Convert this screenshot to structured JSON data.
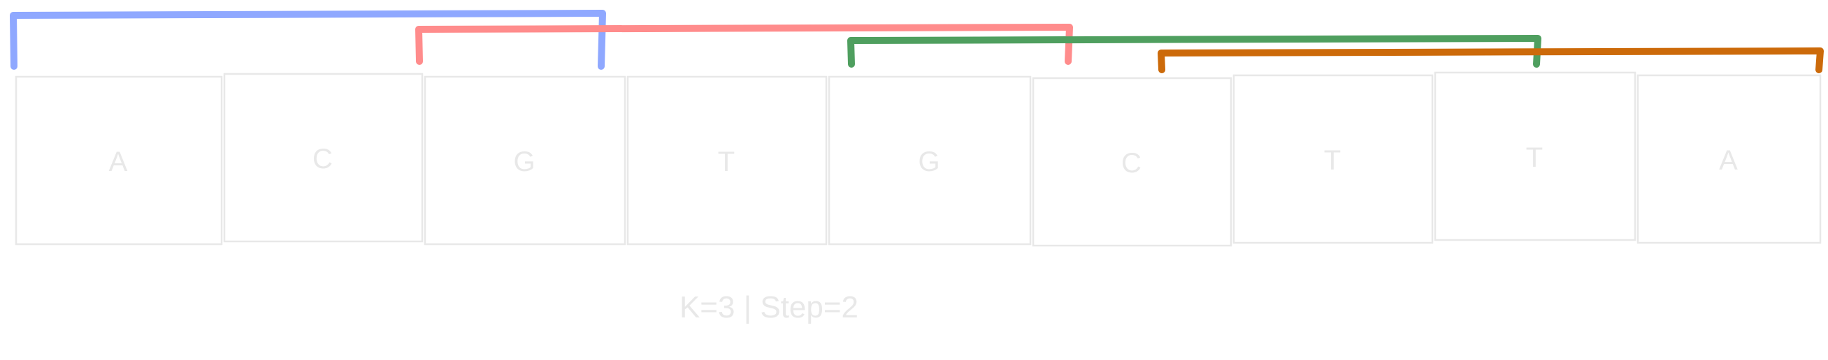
{
  "sequence": [
    "A",
    "C",
    "G",
    "T",
    "G",
    "C",
    "T",
    "T",
    "A"
  ],
  "caption": "K=3 | Step=2",
  "windows": [
    {
      "start": 0,
      "end": 2,
      "color": "#8fa8ff"
    },
    {
      "start": 2,
      "end": 4,
      "color": "#ff8c8c"
    },
    {
      "start": 4,
      "end": 6,
      "color": "#4f9f5f"
    },
    {
      "start": 6,
      "end": 8,
      "color": "#cc6a0a"
    }
  ]
}
